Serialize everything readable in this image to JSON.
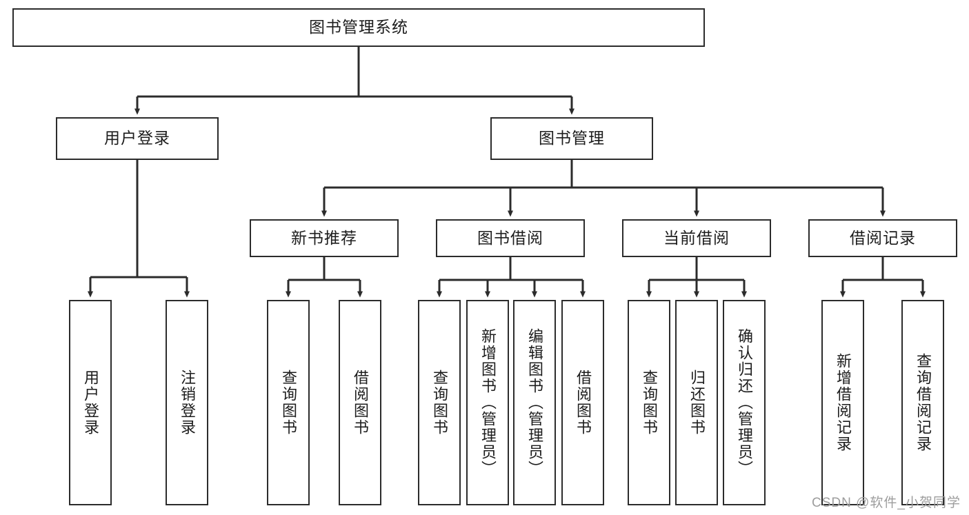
{
  "diagram": {
    "title_text": "图书管理系统",
    "type": "tree-hierarchy-chart",
    "stroke_color": "#2b2b2b",
    "fill_color": "#ffffff",
    "text_color": "#1c1c1c"
  },
  "nodes": {
    "root": {
      "label": "图书管理系统"
    },
    "level2": [
      {
        "id": "user-login",
        "label": "用户登录"
      },
      {
        "id": "book-management",
        "label": "图书管理"
      }
    ],
    "level3": [
      {
        "id": "new-book-recommend",
        "label": "新书推荐"
      },
      {
        "id": "book-borrow",
        "label": "图书借阅"
      },
      {
        "id": "current-borrow",
        "label": "当前借阅"
      },
      {
        "id": "borrow-record",
        "label": "借阅记录"
      }
    ],
    "leaves": {
      "user_login": [
        {
          "id": "leaf-user-login",
          "label": "用户登录"
        },
        {
          "id": "leaf-logout-login",
          "label": "注销登录"
        }
      ],
      "new_book_recommend": [
        {
          "id": "leaf-query-book-1",
          "label": "查询图书"
        },
        {
          "id": "leaf-borrow-book-1",
          "label": "借阅图书"
        }
      ],
      "book_borrow": [
        {
          "id": "leaf-query-book-2",
          "label": "查询图书"
        },
        {
          "id": "leaf-add-book",
          "label": "新增图书（管理员）"
        },
        {
          "id": "leaf-edit-book",
          "label": "编辑图书（管理员）"
        },
        {
          "id": "leaf-borrow-book-2",
          "label": "借阅图书"
        }
      ],
      "current_borrow": [
        {
          "id": "leaf-query-book-3",
          "label": "查询图书"
        },
        {
          "id": "leaf-return-book",
          "label": "归还图书"
        },
        {
          "id": "leaf-confirm-return",
          "label": "确认归还（管理员）"
        }
      ],
      "borrow_record": [
        {
          "id": "leaf-add-record",
          "label": "新增借阅记录"
        },
        {
          "id": "leaf-query-record",
          "label": "查询借阅记录"
        }
      ]
    }
  },
  "watermark": {
    "text": "CSDN @软件_小贺同学"
  }
}
